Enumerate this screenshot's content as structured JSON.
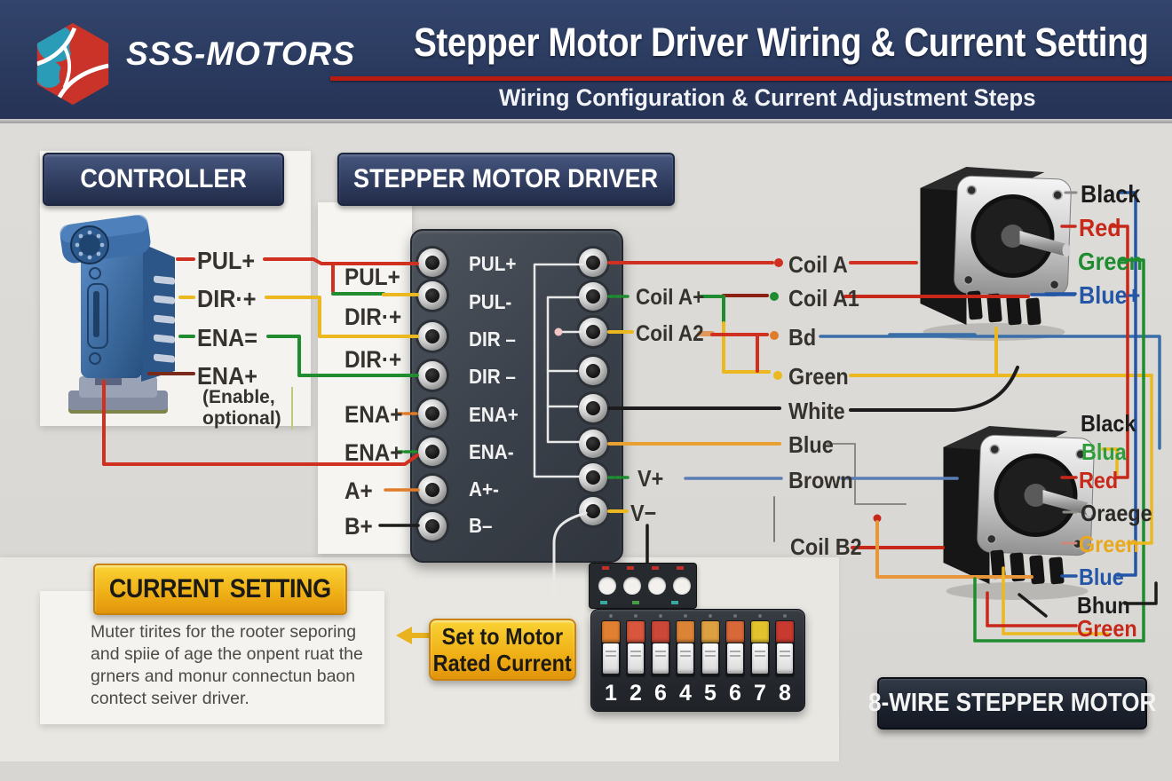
{
  "header": {
    "brand": "SSS-MOTORS",
    "title": "Stepper Motor Driver Wiring & Current Setting",
    "subtitle": "Wiring Configuration & Current Adjustment Steps"
  },
  "controller": {
    "title": "CONTROLLER",
    "pins": [
      "PUL+",
      "DIR·+",
      "ENA=",
      "ENA+"
    ],
    "note_line1": "(Enable,",
    "note_line2": "optional)"
  },
  "driver": {
    "title": "STEPPER MOTOR DRIVER",
    "input_labels": [
      "PUL+",
      "DIR·+",
      "DIR·+",
      "ENA+",
      "ENA+",
      "A+",
      "B+"
    ],
    "terminal_labels": [
      "PUL+",
      "PUL-",
      "DIR –",
      "DIR –",
      "ENA+",
      "ENA-",
      "A+-",
      "B–"
    ],
    "coil_a_plus": "Coil A+",
    "coil_a2": "Coil A2",
    "v_plus": "V+",
    "v_minus": "V−"
  },
  "wiring_labels": [
    "Coil A",
    "Coil A1",
    "Bd",
    "Green",
    "White",
    "Blue",
    "Brown",
    "Coil B2"
  ],
  "motor_top": {
    "wires": [
      {
        "label": "Black",
        "color": "#1c1c1c"
      },
      {
        "label": "Red",
        "color": "#c8281a"
      },
      {
        "label": "Green",
        "color": "#1f8c2f"
      },
      {
        "label": "Blue+",
        "color": "#2456a8"
      }
    ]
  },
  "motor_bottom": {
    "badge": "8-WIRE STEPPER MOTOR",
    "wires": [
      {
        "label": "Black",
        "color": "#1c1c1c"
      },
      {
        "label": "Blua",
        "color": "#2f9e3a"
      },
      {
        "label": "Red",
        "color": "#c8281a"
      },
      {
        "label": "Oraege",
        "color": "#2a2a28"
      },
      {
        "label": "Green",
        "color": "#e8a81f"
      },
      {
        "label": "Blue",
        "color": "#2456a8"
      },
      {
        "label": "Bhun",
        "color": "#1c1c1c"
      },
      {
        "label": "Green",
        "color": "#c8281a"
      }
    ]
  },
  "current_setting": {
    "title": "CURRENT SETTING",
    "body": [
      "Muter tirites for the rooter seporing",
      "and spiie of age the onpent ruat the",
      "grners and monur connectun baon",
      "contect seiver driver."
    ]
  },
  "dip": {
    "callout_line1": "Set to Motor",
    "callout_line2": "Rated Current",
    "numbers": [
      "1",
      "2",
      "6",
      "4",
      "5",
      "6",
      "7",
      "8"
    ]
  },
  "colors": {
    "header_navy": "#2a3a5e",
    "accent_red": "#b81c10",
    "callout_yellow": "#f0b218",
    "wire_red": "#d03020",
    "wire_yellow": "#ecb81f",
    "wire_green": "#1f8c2f",
    "wire_orange": "#e07b28",
    "wire_blue": "#3a6ea8",
    "wire_black": "#1c1c1c"
  }
}
